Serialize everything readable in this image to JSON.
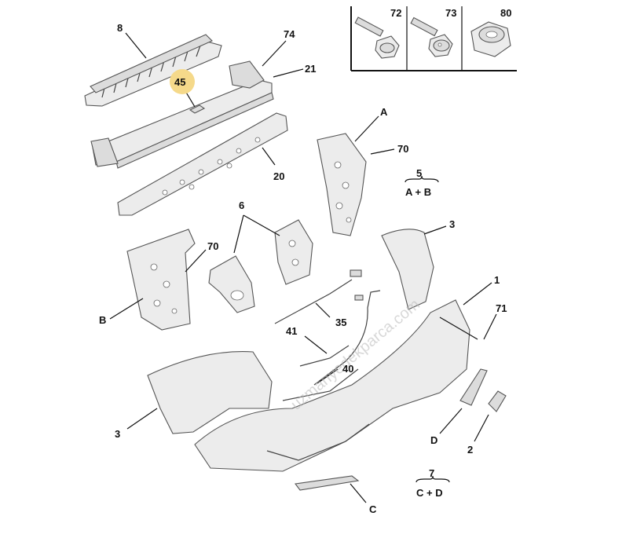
{
  "watermark": "uzmanyedekparca.com",
  "callouts": {
    "c8": "8",
    "c74": "74",
    "c21": "21",
    "c45": "45",
    "c20": "20",
    "cA": "A",
    "c70a": "70",
    "c5": "5",
    "c5sub": "A + B",
    "c6": "6",
    "c70b": "70",
    "cB": "B",
    "c3a": "3",
    "c1": "1",
    "c71": "71",
    "c35": "35",
    "c41": "41",
    "c40": "40",
    "c3b": "3",
    "cD": "D",
    "c2": "2",
    "c7": "7",
    "c7sub": "C + D",
    "cC": "C"
  },
  "hardware": {
    "c72": "72",
    "c73": "73",
    "c80": "80"
  },
  "highlight_color": "#f5d98a"
}
